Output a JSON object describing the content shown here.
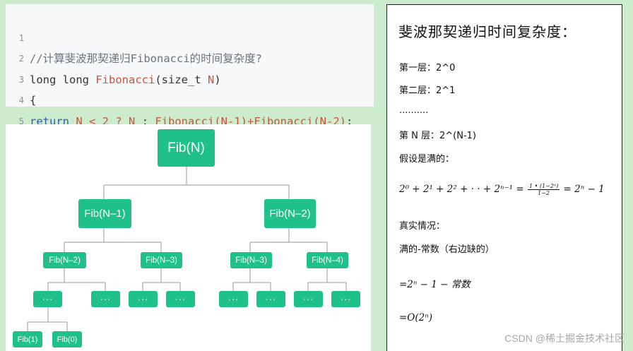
{
  "code": {
    "lines": [
      {
        "n": "1",
        "comment": "//计算斐波那契递归Fibonacci的时间复杂度?"
      },
      {
        "n": "2",
        "kw": "long long ",
        "fn": "Fibonacci",
        "rest": "(size_t ",
        "param": "N",
        "close": ")"
      },
      {
        "n": "3",
        "text": "{"
      },
      {
        "n": "4",
        "kw": "return ",
        "expr1": "N ",
        "lt": "< ",
        "two": "2 ",
        "q": "? ",
        "expr2": "N ",
        "colon": ": ",
        "call1": "Fibonacci(N-1)",
        "plus": "+",
        "call2": "Fibonacci(N-2)",
        "semi": ";"
      },
      {
        "n": "5",
        "text": "}"
      }
    ]
  },
  "tree": {
    "root": "Fib(N)",
    "level1": [
      "Fib(N–1)",
      "Fib(N–2)"
    ],
    "level2": [
      "Fib(N–2)",
      "Fib(N–3)",
      "Fib(N–3)",
      "Fib(N–4)"
    ],
    "level3": [
      "···",
      "···",
      "···",
      "···",
      "···",
      "···",
      "···",
      "···"
    ],
    "level4": [
      "Fib(1)",
      "Fib(0)"
    ]
  },
  "notes": {
    "title": "斐波那契递归时间复杂度：",
    "layer1": "第一层：2^0",
    "layer2": "第二层：2^1",
    "dots": "..........",
    "layerN": "第 N 层：2^(N-1)",
    "assume": "假设是满的：",
    "sum_formula": {
      "left": "2⁰ + 2¹ + 2² + · · + 2ⁿ⁻¹ =",
      "num": "1 • (1−2ⁿ)",
      "den": "1−2",
      "right": "= 2ⁿ − 1"
    },
    "real": "真实情况：",
    "full_minus": "满的-常数（右边缺的）",
    "eq1": "=2ⁿ − 1 − 常数",
    "eq2": "=O(2ⁿ)"
  },
  "watermark": "CSDN @稀土掘金技术社区"
}
